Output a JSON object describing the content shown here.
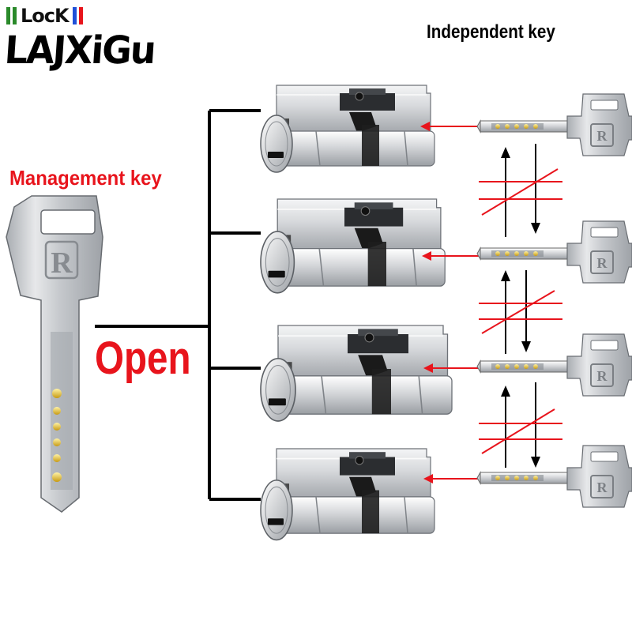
{
  "logo": {
    "top_text": "LocK",
    "brand_text": "LAJXiGu",
    "bar_colors": [
      "#2a8a2a",
      "#2a8a2a",
      "#1f4fd8",
      "#e8141c"
    ]
  },
  "labels": {
    "independent_key": "Independent key",
    "management_key": "Management key",
    "open": "Open"
  },
  "colors": {
    "accent_red": "#e8141c",
    "line_black": "#000000",
    "metal": "#c9ccd0"
  },
  "cylinders": [
    {
      "id": 1
    },
    {
      "id": 2
    },
    {
      "id": 3
    },
    {
      "id": 4
    }
  ],
  "independent_keys": [
    {
      "id": 1
    },
    {
      "id": 2
    },
    {
      "id": 3
    },
    {
      "id": 4
    }
  ]
}
